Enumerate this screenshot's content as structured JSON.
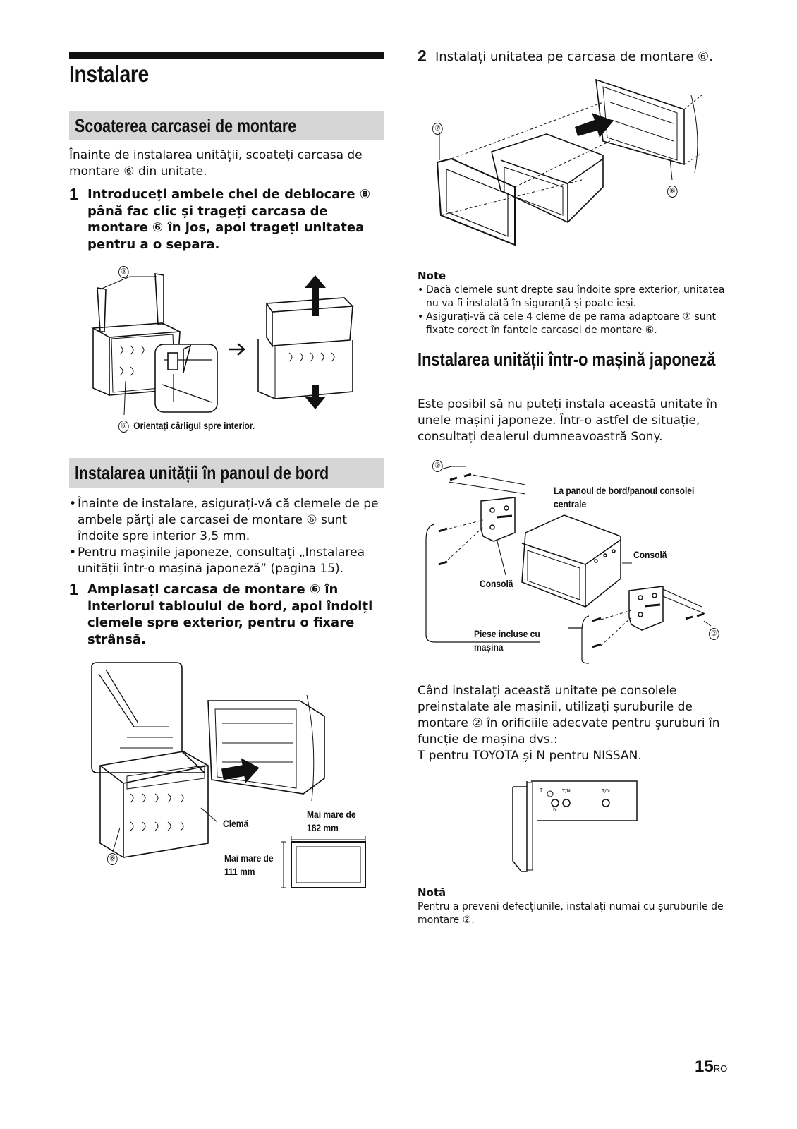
{
  "title": "Instalare",
  "left": {
    "section1": {
      "heading": "Scoaterea carcasei de montare",
      "intro": "Înainte de instalarea unității, scoateți carcasa de montare ⑥ din unitate.",
      "step1_num": "1",
      "step1_text": "Introduceți ambele chei de deblocare ⑧ până fac clic și trageți carcasa de montare ⑥ în jos, apoi trageți unitatea pentru a o separa.",
      "fig_label_8": "⑧",
      "fig_label_6": "⑥",
      "fig_caption": "Orientați cârligul spre interior."
    },
    "section2": {
      "heading": "Instalarea unității în panoul de bord",
      "bullets": [
        "Înainte de instalare, asigurați-vă că clemele de pe ambele părți ale carcasei de montare ⑥ sunt îndoite spre interior 3,5 mm.",
        "Pentru mașinile japoneze, consultați „Instalarea unității într-o mașină japoneză” (pagina 15)."
      ],
      "step1_num": "1",
      "step1_text": "Amplasați carcasa de montare ⑥ în interiorul tabloului de bord, apoi îndoiți clemele spre exterior, pentru o fixare strânsă.",
      "fig_label_6": "⑥",
      "fig_clema": "Clemă",
      "fig_width": "Mai mare de 182 mm",
      "fig_height": "Mai mare de 111 mm"
    }
  },
  "right": {
    "step2_num": "2",
    "step2_text": "Instalați unitatea pe carcasa de montare ⑥.",
    "fig_label_7": "⑦",
    "fig_label_6": "⑥",
    "note_heading": "Note",
    "notes": [
      "Dacă clemele sunt drepte sau îndoite spre exterior, unitatea nu va fi instalată în siguranță și poate ieși.",
      "Asigurați-vă că cele 4 cleme de pe rama adaptoare ⑦ sunt fixate corect în fantele carcasei de montare ⑥."
    ],
    "japan": {
      "heading": "Instalarea unității într-o mașină japoneză",
      "intro": "Este posibil să nu puteți instala această unitate în unele mașini japoneze. Într-o astfel de situație, consultați dealerul dumneavoastră Sony.",
      "fig_label_2a": "②",
      "fig_label_2b": "②",
      "fig_dash": "La panoul de bord/panoul consolei centrale",
      "fig_consola_right": "Consolă",
      "fig_consola_left": "Consolă",
      "fig_parts": "Piese incluse cu mașina",
      "body": "Când instalați această unitate pe consolele preinstalate ale mașinii, utilizați șuruburile de montare ② în orificiile adecvate pentru șuruburi în funcție de mașina dvs.:",
      "body2": "T pentru TOYOTA și N pentru NISSAN.",
      "bracket_T": "T",
      "bracket_TN1": "T/N",
      "bracket_TN2": "T/N",
      "bracket_N": "N"
    },
    "nota_heading": "Notă",
    "nota_text": "Pentru a preveni defecțiunile, instalați numai cu șuruburile de montare ②."
  },
  "page": {
    "number": "15",
    "suffix": "RO"
  }
}
